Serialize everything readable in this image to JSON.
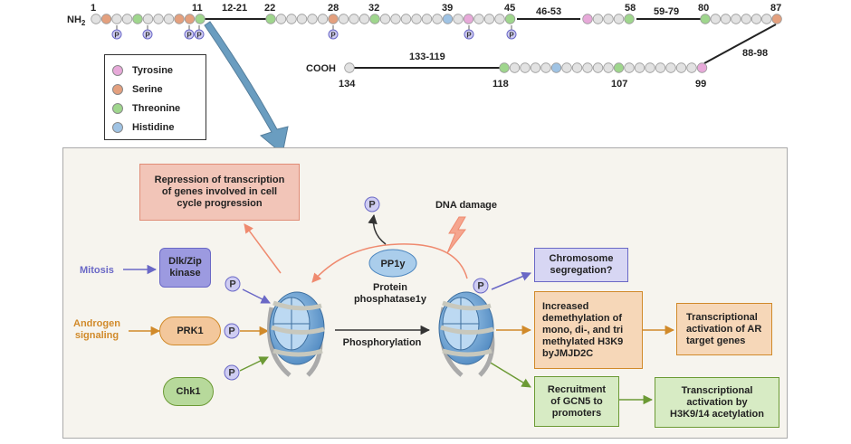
{
  "sequence": {
    "nh2_label": "NH",
    "nh2_sub": "2",
    "cooh_label": "COOH",
    "top_numbers": [
      "1",
      "11",
      "12-21",
      "22",
      "28",
      "32",
      "39",
      "45",
      "46-53",
      "58",
      "59-79",
      "80",
      "87"
    ],
    "right_numbers": [
      "88-98",
      "99"
    ],
    "bottom_numbers": [
      "133-119",
      "134",
      "118",
      "107"
    ]
  },
  "phospho_marker": "P",
  "legend": {
    "items": [
      {
        "label": "Tyrosine",
        "color": "#e7a9d9"
      },
      {
        "label": "Serine",
        "color": "#e4a07e"
      },
      {
        "label": "Threonine",
        "color": "#9fd68d"
      },
      {
        "label": "Histidine",
        "color": "#9fc3e4"
      }
    ]
  },
  "colors": {
    "residue_plain": "#e2e2e2",
    "arrow_blue": "#6a9dc0",
    "mitosis": "#6a68c6",
    "androgen": "#d18a2a",
    "chk_green": "#6c9a35",
    "salmon": "#ef8a6f"
  },
  "diagram": {
    "repression_box": "Repression of transcription\nof genes involved in cell\ncycle progression",
    "dna_damage": "DNA damage",
    "pp1y_label": "PP1y",
    "protein_phosphatase": "Protein\nphosphatase1y",
    "mitosis": "Mitosis",
    "dlk_kinase": "Dlk/Zip\nkinase",
    "androgen": "Androgen\nsignaling",
    "prk1": "PRK1",
    "chk1": "Chk1",
    "phosphorylation": "Phosphorylation",
    "chromosome": "Chromosome\nsegregation?",
    "demethylation": "Increased\ndemethylation of\nmono, di-, and tri\nmethylated H3K9\nbyJMJD2C",
    "ar_activation": "Transcriptional\nactivation of AR\ntarget genes",
    "gcn5": "Recruitment\nof GCN5 to\npromoters",
    "acetylation": "Transcriptional\nactivation by\nH3K9/14 acetylation"
  }
}
